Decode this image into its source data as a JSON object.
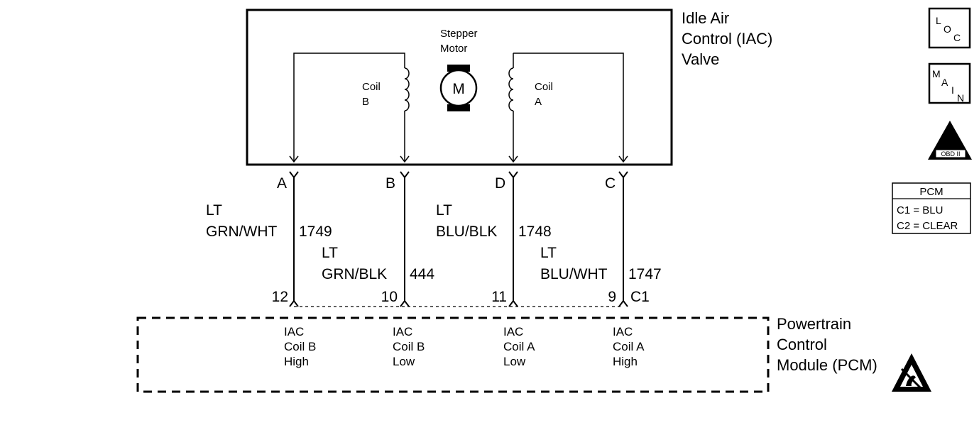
{
  "component": {
    "title_lines": [
      "Idle Air",
      "Control (IAC)",
      "Valve"
    ],
    "motor_label_lines": [
      "Stepper",
      "Motor"
    ],
    "motor_symbol": "M",
    "coil_b_lines": [
      "Coil",
      "B"
    ],
    "coil_a_lines": [
      "Coil",
      "A"
    ]
  },
  "connector": {
    "pins": [
      "A",
      "B",
      "D",
      "C"
    ],
    "c1_label": "C1"
  },
  "wires": [
    {
      "color_lines": [
        "LT",
        "GRN/WHT"
      ],
      "circuit": "1749",
      "pcm_pin": "12"
    },
    {
      "color_lines": [
        "LT",
        "GRN/BLK"
      ],
      "circuit": "444",
      "pcm_pin": "10"
    },
    {
      "color_lines": [
        "LT",
        "BLU/BLK"
      ],
      "circuit": "1748",
      "pcm_pin": "11"
    },
    {
      "color_lines": [
        "LT",
        "BLU/WHT"
      ],
      "circuit": "1747",
      "pcm_pin": "9"
    }
  ],
  "pcm": {
    "title_lines": [
      "Powertrain",
      "Control",
      "Module (PCM)"
    ],
    "terminals": [
      [
        "IAC",
        "Coil B",
        "High"
      ],
      [
        "IAC",
        "Coil B",
        "Low"
      ],
      [
        "IAC",
        "Coil A",
        "Low"
      ],
      [
        "IAC",
        "Coil A",
        "High"
      ]
    ]
  },
  "side_icons": {
    "loc": {
      "letters": [
        "L",
        "O",
        "C"
      ]
    },
    "main": {
      "letters": [
        "M",
        "A",
        "I",
        "N"
      ]
    },
    "obd": {
      "numeral": "II",
      "label": "OBD II"
    }
  },
  "legend": {
    "title": "PCM",
    "rows": [
      "C1 = BLU",
      "C2 = CLEAR"
    ]
  }
}
